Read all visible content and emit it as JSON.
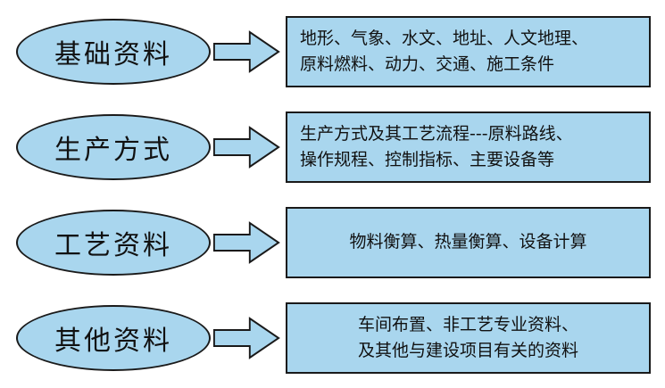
{
  "colors": {
    "shape_fill": "#a9d6ee",
    "stroke": "#1a1a1a",
    "text": "#111111"
  },
  "rows": [
    {
      "ellipse": "基础资料",
      "line1": "地形、气象、水文、地址、人文地理、",
      "line2": "原料燃料、动力、交通、施工条件"
    },
    {
      "ellipse": "生产方式",
      "line1": "生产方式及其工艺流程---原料路线、",
      "line2": "操作规程、控制指标、主要设备等"
    },
    {
      "ellipse": "工艺资料",
      "line1": "物料衡算、热量衡算、设备计算",
      "line2": ""
    },
    {
      "ellipse": "其他资料",
      "line1": "车间布置、非工艺专业资料、",
      "line2": "及其他与建设项目有关的资料"
    }
  ]
}
